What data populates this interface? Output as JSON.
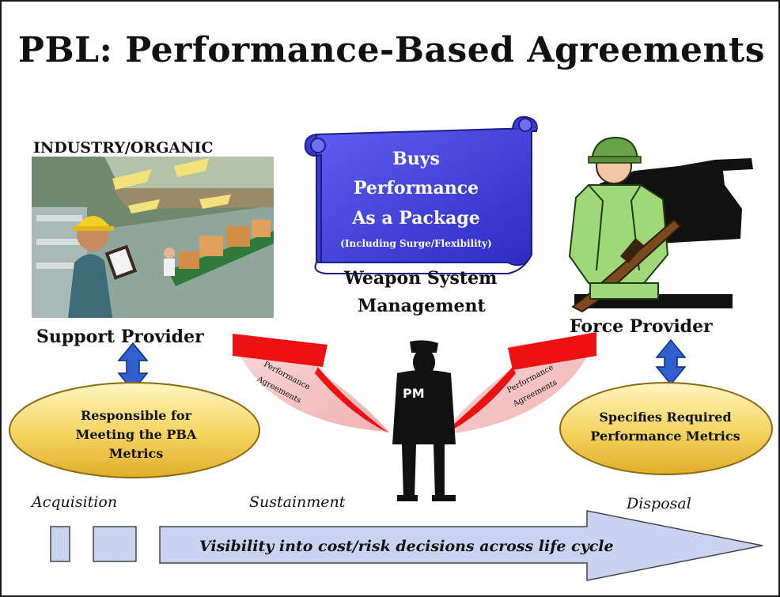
{
  "title": "PBL: Performance-Based Agreements",
  "industry_label": "INDUSTRY/ORGANIC",
  "support_provider": "Support Provider",
  "force_provider": "Force Provider",
  "scroll": {
    "line1": "Buys",
    "line2": "Performance",
    "line3": "As a Package",
    "line4": "(Including Surge/Flexibility)"
  },
  "wsm": {
    "line1": "Weapon System",
    "line2": "Management"
  },
  "left_ellipse": {
    "line1": "Responsible for",
    "line2": "Meeting the PBA",
    "line3": "Metrics"
  },
  "right_ellipse": {
    "line1": "Specifies Required",
    "line2": "Performance Metrics"
  },
  "pm_label": "PM",
  "agreement_left": {
    "line1": "Performance",
    "line2": "Agreements"
  },
  "agreement_right": {
    "line1": "Performance",
    "line2": "Agreements"
  },
  "phases": {
    "acquisition": "Acquisition",
    "sustainment": "Sustainment",
    "disposal": "Disposal"
  },
  "arrow_text": "Visibility into cost/risk decisions across life cycle",
  "colors": {
    "scroll": "#4a4adf",
    "ellipse": "#f4d35e",
    "agreement_arrow": "#ee1111",
    "agreement_fan": "#f5c6c6",
    "double_arrow": "#2f5fd0",
    "life_cycle_arrow": "#c9d3ef"
  }
}
